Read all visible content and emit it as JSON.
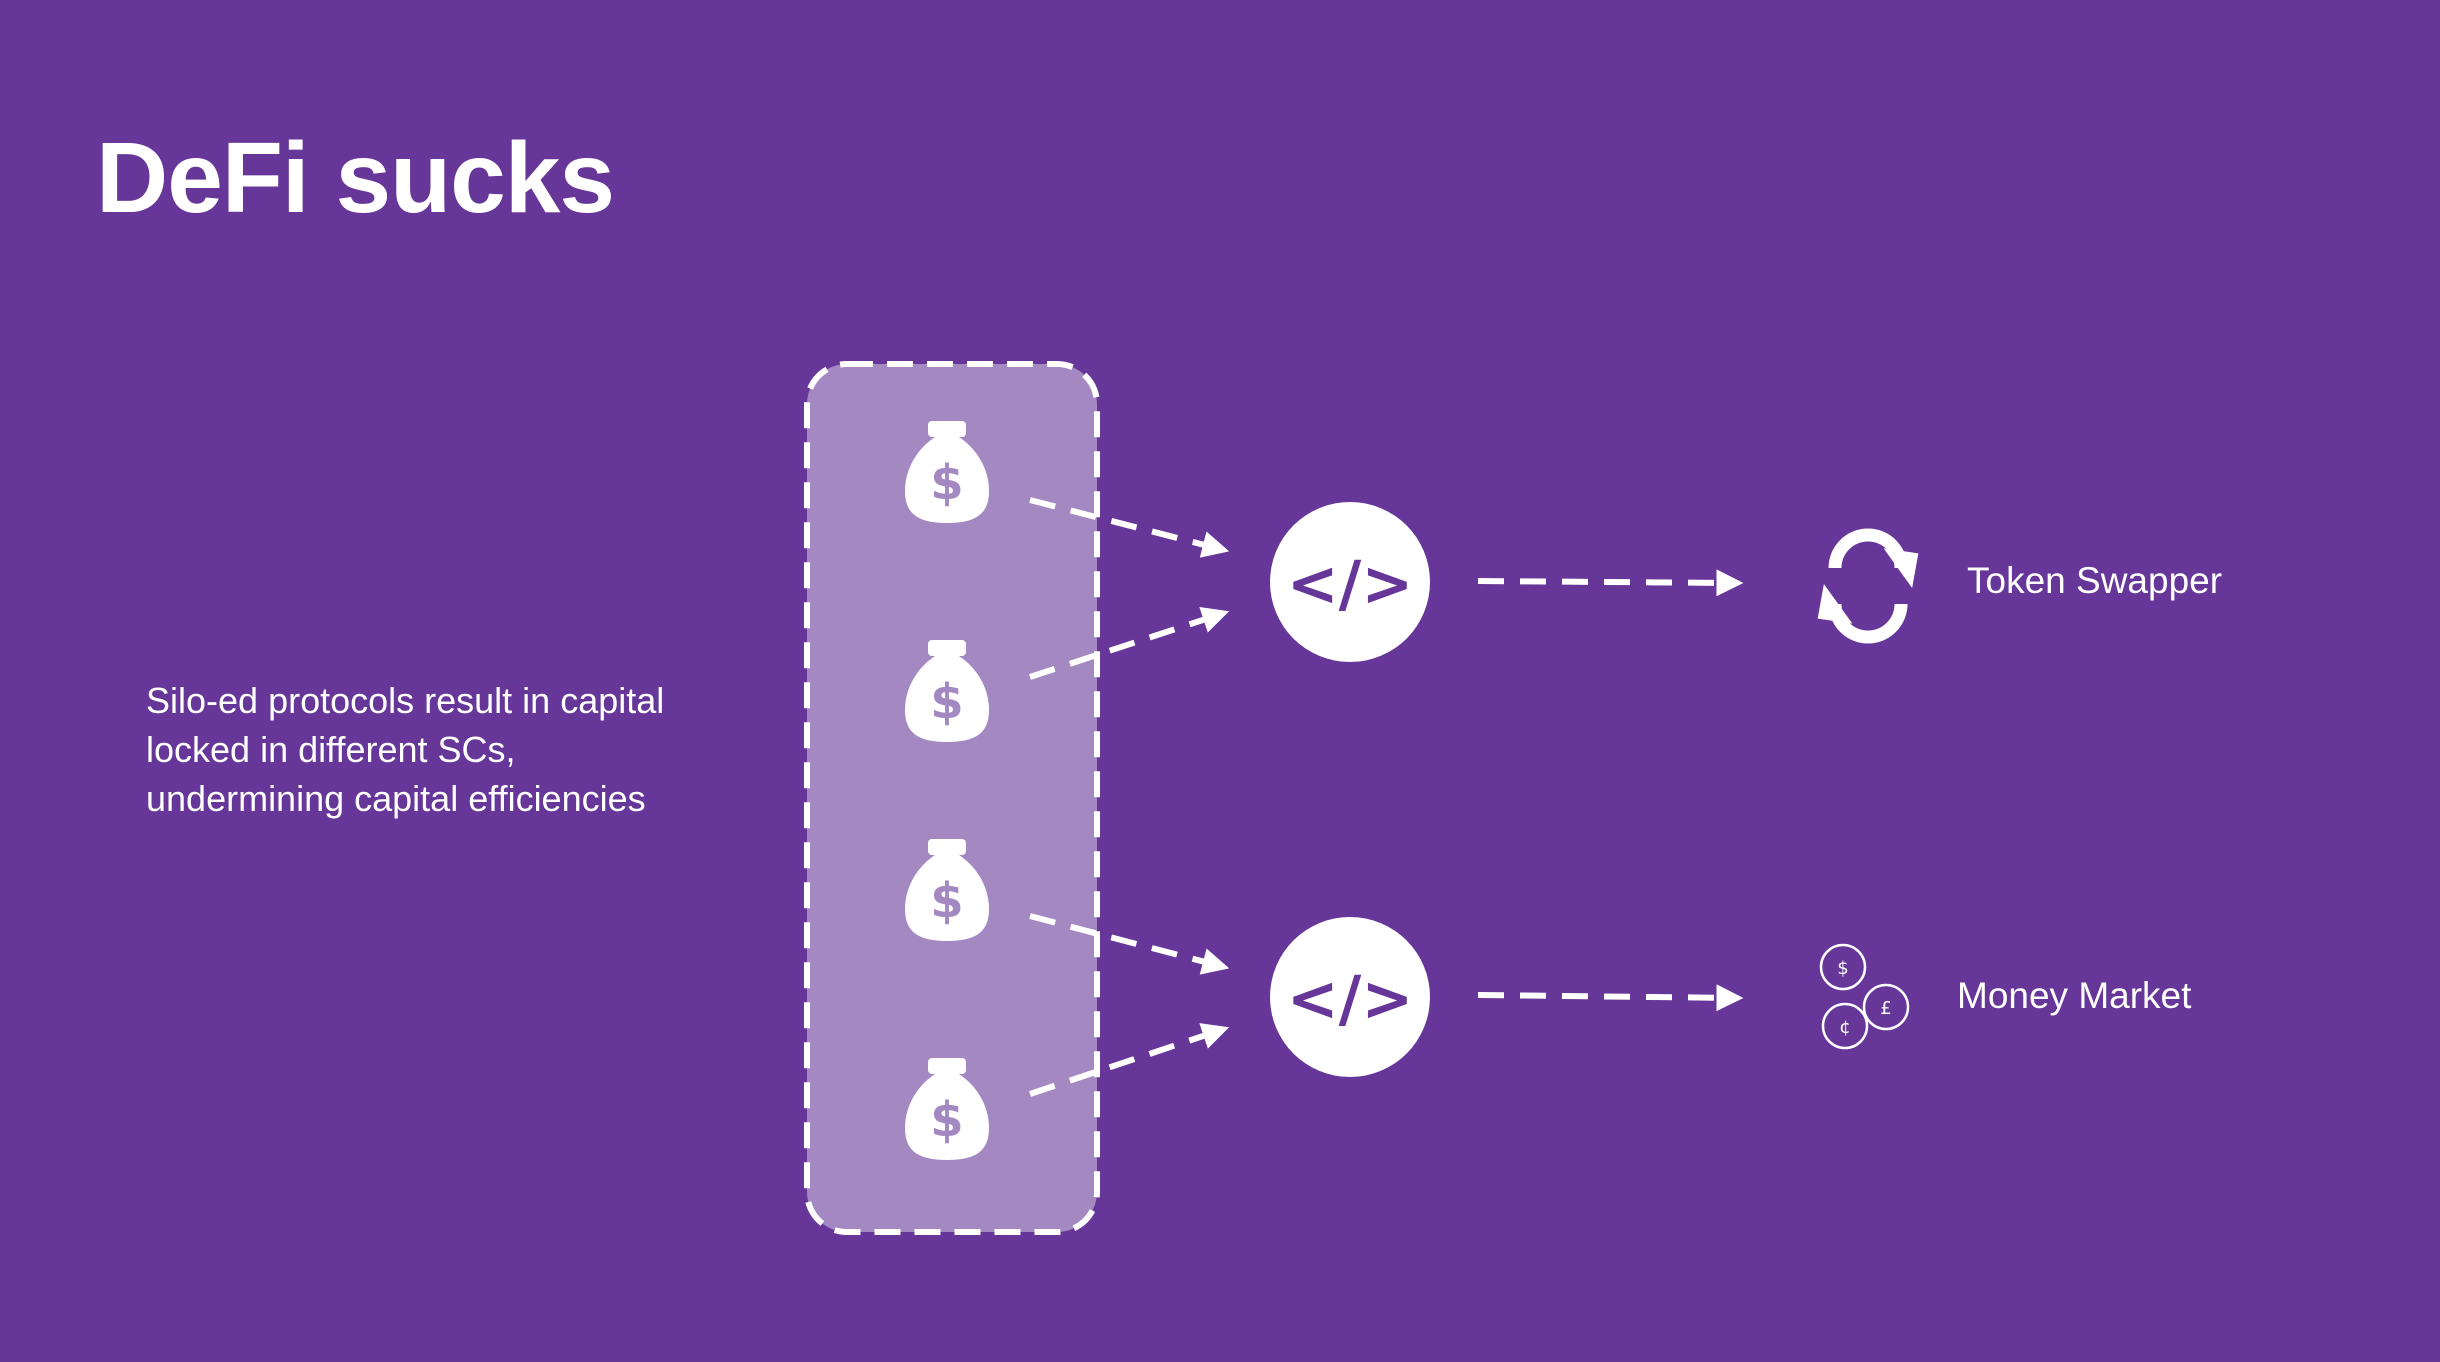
{
  "slide": {
    "title": "DeFi sucks",
    "description_lines": [
      "Silo-ed protocols result in capital",
      "locked in different SCs,",
      "undermining capital efficiencies"
    ]
  },
  "diagram": {
    "pool_icons": [
      "money-bag-icon",
      "money-bag-icon",
      "money-bag-icon",
      "money-bag-icon"
    ],
    "contract_icon": "code-icon",
    "contract_glyph": "</>",
    "targets": [
      {
        "label": "Token Swapper",
        "icon": "refresh-arrows-icon"
      },
      {
        "label": "Money Market",
        "icon": "coins-icon"
      }
    ],
    "coin_symbols": [
      "$",
      "£",
      "¢"
    ],
    "colors": {
      "background": "#663699",
      "pool_fill": "#A388C2",
      "foreground": "#FFFFFF"
    }
  }
}
